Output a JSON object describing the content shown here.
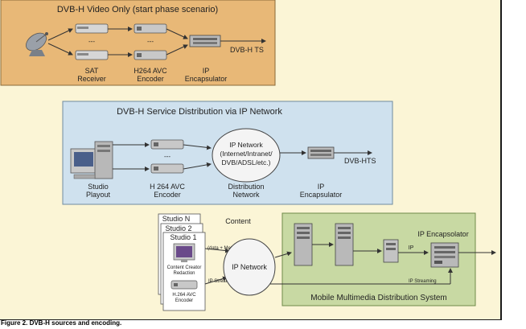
{
  "figure": {
    "caption": "Figure 2. DVB-H sources and encoding.",
    "colors": {
      "background": "#fbf5d6",
      "panel_orange": "#e8b877",
      "panel_blue": "#cfe1ee",
      "panel_green": "#c8d9a3",
      "line": "#333333"
    }
  },
  "panel1": {
    "title": "DVB-H Video Only (start phase scenario)",
    "dots_top": "---",
    "dots_bottom": "---",
    "labels": {
      "sat_receiver_1": "SAT",
      "sat_receiver_2": "Receiver",
      "encoder_1": "H264 AVC",
      "encoder_2": "Encoder",
      "encapsulator_1": "IP",
      "encapsulator_2": "Encapsulator",
      "output": "DVB-H TS"
    }
  },
  "panel2": {
    "title": "DVB-H Service Distribution via IP Network",
    "dots": "---",
    "network_lines": [
      "IP Network",
      "(Internet/Intranet/",
      "DVB/ADSL/etc.)"
    ],
    "labels": {
      "studio_1": "Studio",
      "studio_2": "Playout",
      "encoder_1": "H 264 AVC",
      "encoder_2": "Encoder",
      "distribution_1": "Distribution",
      "distribution_2": "Network",
      "encapsulator_1": "IP",
      "encapsulator_2": "Encapsulator",
      "output": "DVB-HTS"
    }
  },
  "panel3": {
    "studio_n": "Studio N",
    "studio_2": "Studio 2",
    "studio_1": "Studio 1",
    "content_creator_lines": [
      "Content Creator",
      "Redaction"
    ],
    "encoder_lines": [
      "H.264 AVC",
      "Encoder"
    ],
    "content_label": "Content",
    "data_label": "(data + Metadata files)",
    "ip_streaming_left": "IP Streaming",
    "ip_network": "IP Network",
    "ip_encapsulator": "IP Encapsolator",
    "ip_small": "IP",
    "ip_streaming_right": "IP Streaming",
    "mmds_title": "Mobile Multimedia Distribution System"
  }
}
